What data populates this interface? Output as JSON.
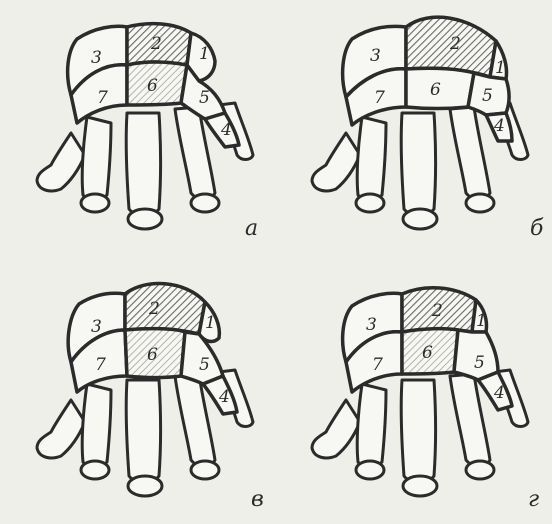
{
  "colors": {
    "background": "#efefea",
    "ink": "#2b2b2b",
    "fill_light": "#f7f7f3",
    "hatch": "#6a6a66"
  },
  "panels": [
    {
      "letter": "а",
      "hatched_zones": [
        "2",
        "6"
      ],
      "zones": [
        {
          "id": "zone-1",
          "label": "1"
        },
        {
          "id": "zone-2",
          "label": "2"
        },
        {
          "id": "zone-3",
          "label": "3"
        },
        {
          "id": "zone-4",
          "label": "4"
        },
        {
          "id": "zone-5",
          "label": "5"
        },
        {
          "id": "zone-6",
          "label": "6"
        },
        {
          "id": "zone-7",
          "label": "7"
        }
      ]
    },
    {
      "letter": "б",
      "hatched_zones": [
        "2"
      ],
      "zones": [
        {
          "id": "zone-1",
          "label": "1"
        },
        {
          "id": "zone-2",
          "label": "2"
        },
        {
          "id": "zone-3",
          "label": "3"
        },
        {
          "id": "zone-4",
          "label": "4"
        },
        {
          "id": "zone-5",
          "label": "5"
        },
        {
          "id": "zone-6",
          "label": "6"
        },
        {
          "id": "zone-7",
          "label": "7"
        }
      ]
    },
    {
      "letter": "в",
      "hatched_zones": [
        "2",
        "6"
      ],
      "zones": [
        {
          "id": "zone-1",
          "label": "1"
        },
        {
          "id": "zone-2",
          "label": "2"
        },
        {
          "id": "zone-3",
          "label": "3"
        },
        {
          "id": "zone-4",
          "label": "4"
        },
        {
          "id": "zone-5",
          "label": "5"
        },
        {
          "id": "zone-6",
          "label": "6"
        },
        {
          "id": "zone-7",
          "label": "7"
        }
      ]
    },
    {
      "letter": "г",
      "hatched_zones": [
        "2",
        "6"
      ],
      "zones": [
        {
          "id": "zone-1",
          "label": "1"
        },
        {
          "id": "zone-2",
          "label": "2"
        },
        {
          "id": "zone-3",
          "label": "3"
        },
        {
          "id": "zone-4",
          "label": "4"
        },
        {
          "id": "zone-5",
          "label": "5"
        },
        {
          "id": "zone-6",
          "label": "6"
        },
        {
          "id": "zone-7",
          "label": "7"
        }
      ]
    }
  ]
}
